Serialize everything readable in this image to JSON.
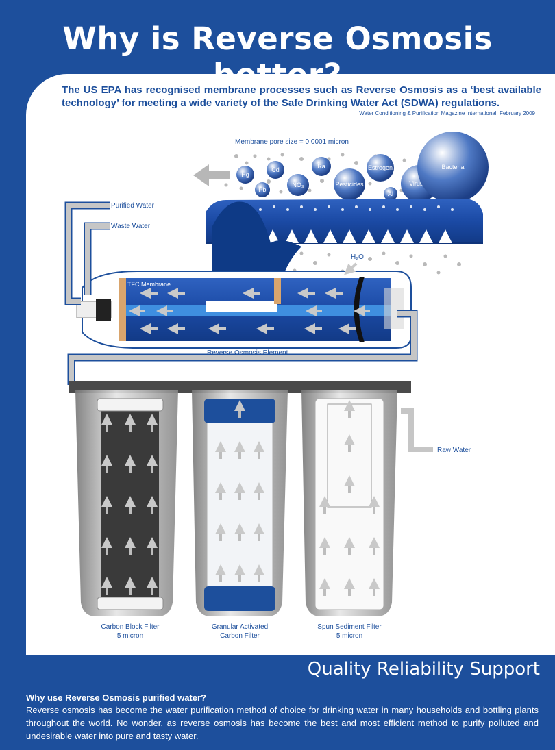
{
  "title": "Why is Reverse Osmosis better?",
  "intro": "The US EPA has recognised membrane processes such as Reverse Osmosis as a ‘best available technology’ for meeting a wide variety of the Safe Drinking Water Act (SDWA) regulations.",
  "source": "Water Conditioning & Purification Magazine International, February 2009",
  "diagram": {
    "pore_size": "Membrane pore size = 0.0001 micron",
    "contaminants": {
      "hg": "Hg",
      "pb": "Pb",
      "cd": "Cd",
      "no3": "NO₃",
      "ra": "Ra",
      "pesticides": "Pesticides",
      "estrogen": "Estrogen",
      "al": "Al",
      "viruses": "Viruses",
      "bacteria": "Bacteria"
    },
    "h2o": "H₂O",
    "purified_water": "Purified Water",
    "waste_water": "Waste Water",
    "tfc_membrane": "TFC Membrane",
    "ro_element": "Reverse Osmosis Element",
    "raw_water": "Raw Water",
    "filters": [
      {
        "name": "Carbon Block Filter",
        "spec": "5 micron"
      },
      {
        "name": "Granular Activated",
        "spec": "Carbon Filter"
      },
      {
        "name": "Spun Sediment Filter",
        "spec": "5 micron"
      }
    ]
  },
  "tagline": "Quality Reliability Support",
  "footer": {
    "question": "Why use Reverse Osmosis purified water?",
    "body": "Reverse osmosis has become the water purification method of choice for drinking water in many households and bottling plants throughout the world.  No wonder, as reverse osmosis has become the best and most efficient method to purify polluted and undesirable water into pure and tasty water."
  },
  "colors": {
    "brand_blue": "#1d4f9c",
    "pipe_grey": "#bdbdbd",
    "carbon_dark": "#3a3a3a"
  }
}
